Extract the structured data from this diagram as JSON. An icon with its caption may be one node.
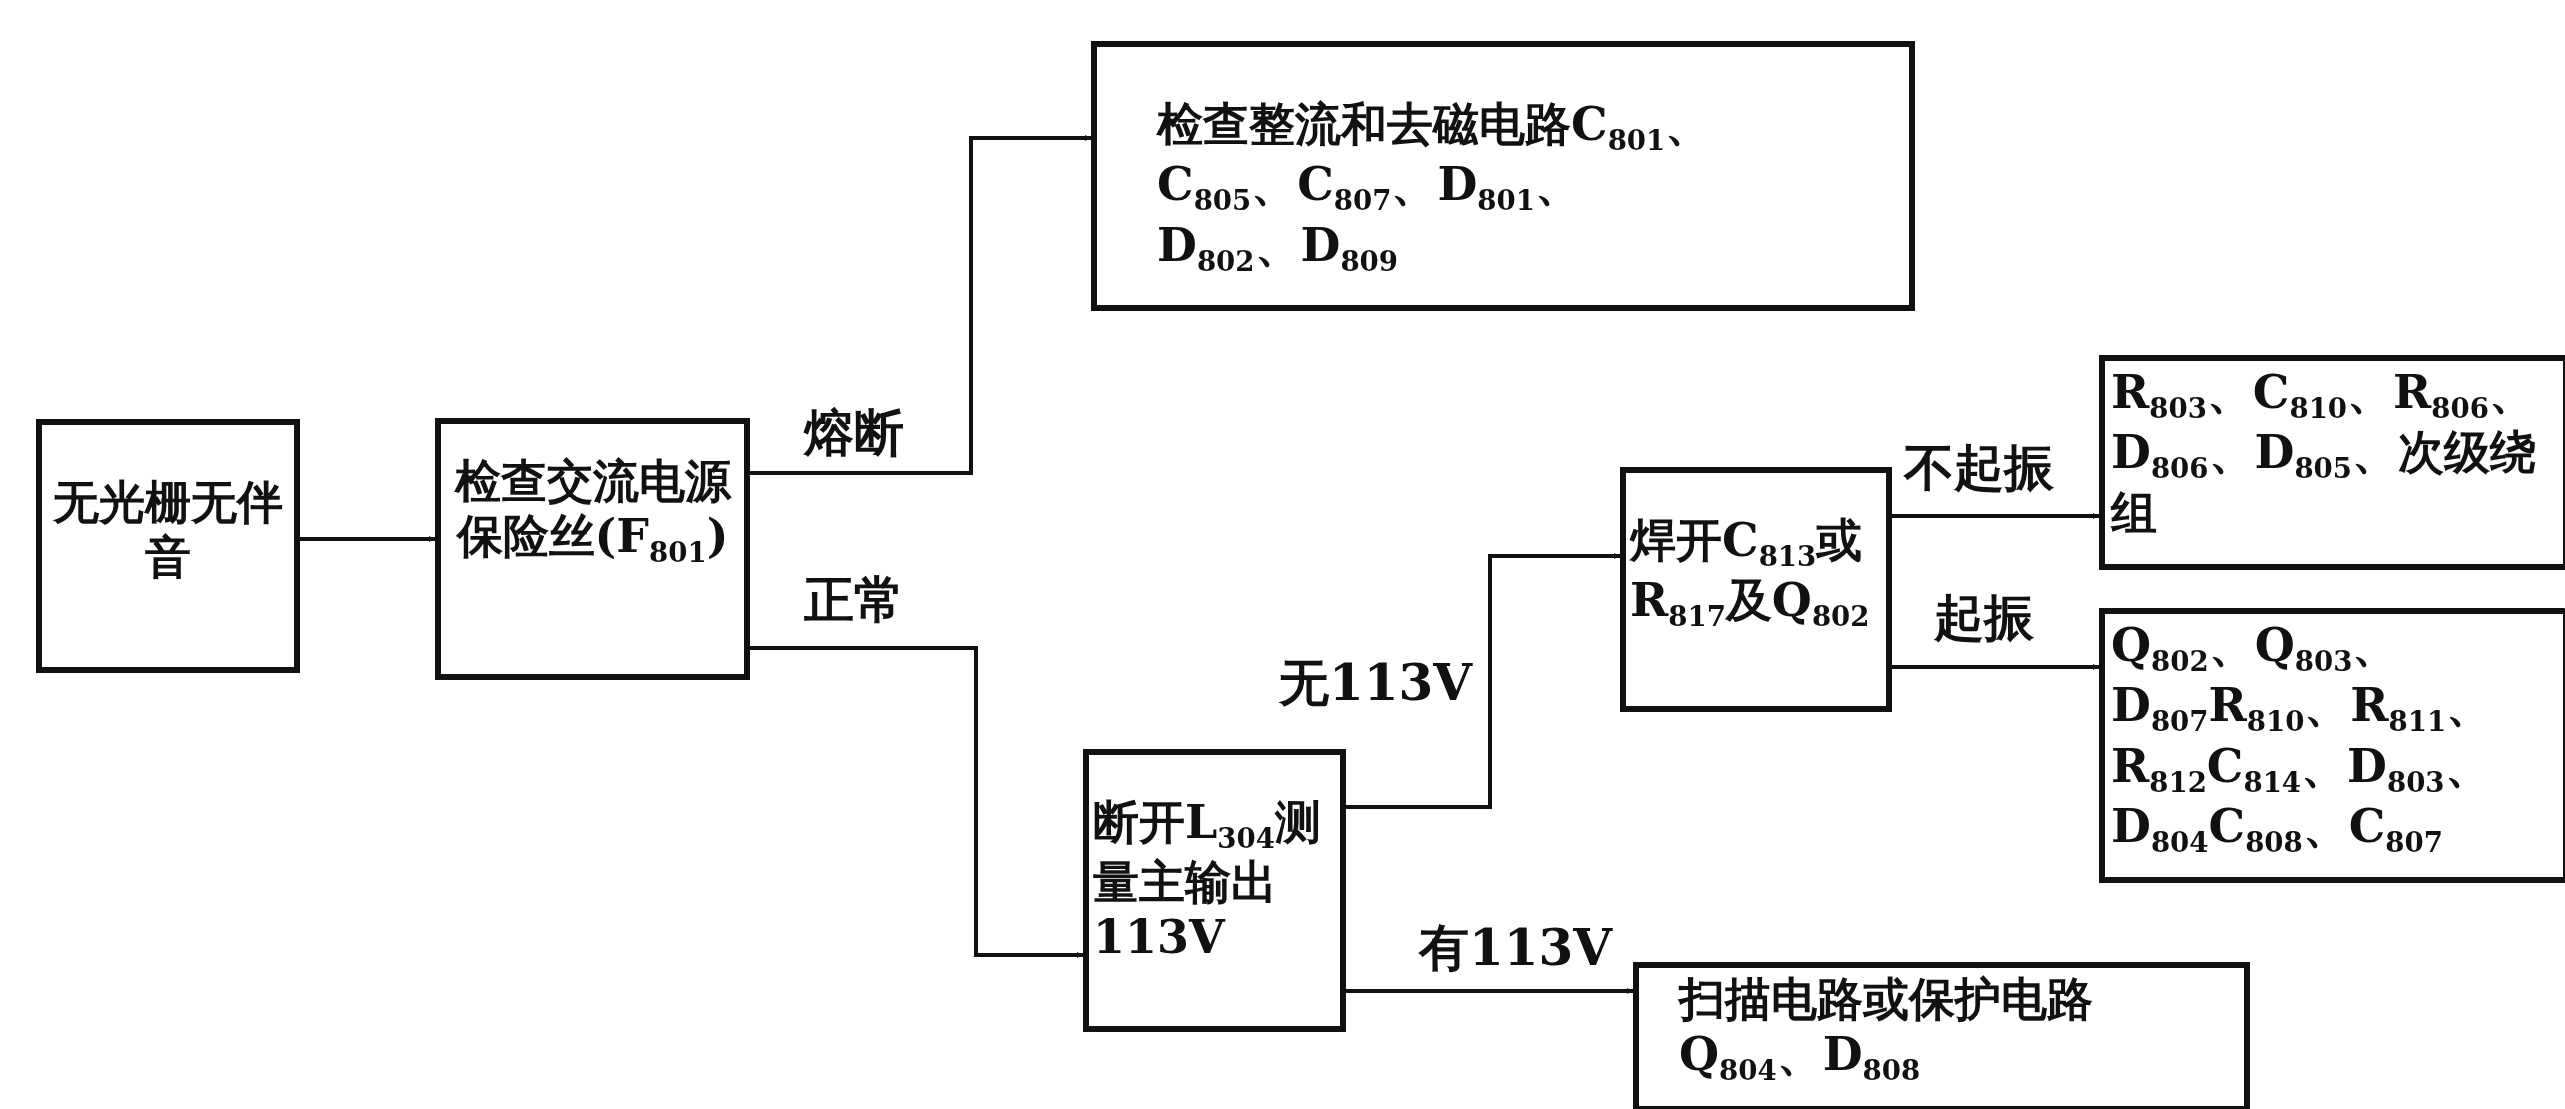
{
  "diagram": {
    "nodes": [
      {
        "text": [
          "无光栅无伴音"
        ]
      },
      {
        "text": [
          "检查交流电源保险丝(F$_{801}$)"
        ]
      },
      {
        "text": [
          "检查整流和去磁电路C$_{801}$、C$_{805}$、C$_{807}$、D$_{801}$、D$_{802}$、D$_{809}$"
        ]
      },
      {
        "text": [
          "断开L$_{304}$测量主输出113V"
        ]
      },
      {
        "text": [
          "焊开C$_{813}$或R$_{817}$及Q$_{802}$"
        ]
      },
      {
        "text": [
          "R$_{803}$、C$_{810}$、R$_{806}$、D$_{806}$、D$_{805}$、次级绕组"
        ]
      },
      {
        "text": [
          "Q$_{802}$、Q$_{803}$、D$_{807}$R$_{810}$、R$_{811}$、R$_{812}$C$_{814}$、D$_{803}$、D$_{804}$C$_{808}$、C$_{807}$"
        ]
      },
      {
        "text": [
          "扫描电路或保护电路Q$_{804}$、D$_{808}$"
        ]
      }
    ],
    "edges": [
      {
        "from": 0,
        "to": 1,
        "arrow": "to"
      },
      {
        "from": 1,
        "to": 2,
        "arrow": "to",
        "label": "熔断"
      },
      {
        "from": 1,
        "to": 3,
        "arrow": "to",
        "label": "正常"
      },
      {
        "from": 3,
        "to": 4,
        "arrow": "to",
        "label": "无113V"
      },
      {
        "from": 4,
        "to": 5,
        "arrow": "to",
        "label": "不起振"
      },
      {
        "from": 4,
        "to": 6,
        "arrow": "to",
        "label": "起振"
      },
      {
        "from": 3,
        "to": 7,
        "arrow": "to",
        "label": "有113V"
      }
    ]
  }
}
